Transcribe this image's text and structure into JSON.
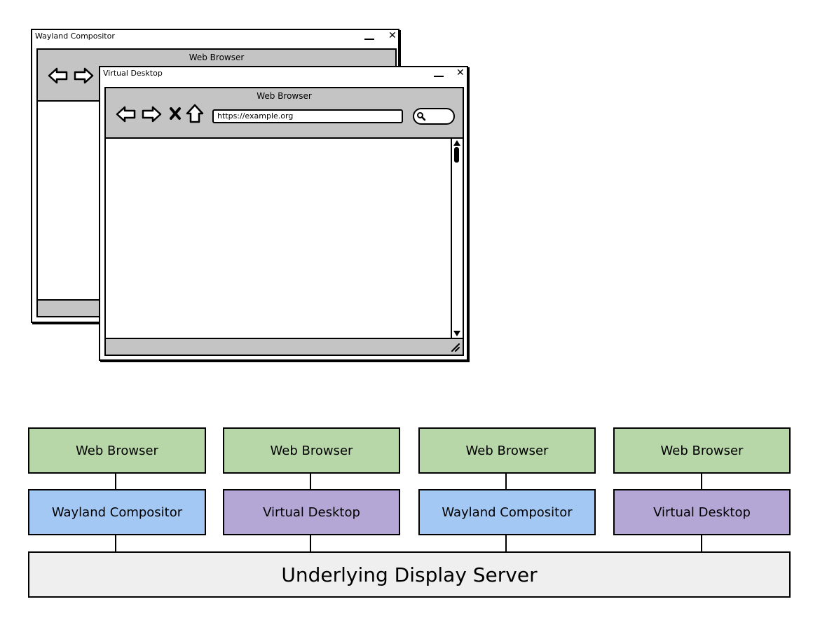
{
  "mockup": {
    "back_window": {
      "title": "Wayland Compositor",
      "minimize_label": "_",
      "close_label": "✕",
      "browser_title": "Web Browser"
    },
    "front_window": {
      "title": "Virtual Desktop",
      "minimize_label": "_",
      "close_label": "✕",
      "browser_title": "Web Browser",
      "url": "https://example.org",
      "stop_label": "✗"
    }
  },
  "stack": {
    "columns": [
      {
        "app": "Web Browser",
        "layer": "Wayland Compositor",
        "layer_color": "#a4c8f4"
      },
      {
        "app": "Web Browser",
        "layer": "Virtual Desktop",
        "layer_color": "#b4a7d6"
      },
      {
        "app": "Web Browser",
        "layer": "Wayland Compositor",
        "layer_color": "#a4c8f4"
      },
      {
        "app": "Web Browser",
        "layer": "Virtual Desktop",
        "layer_color": "#b4a7d6"
      }
    ],
    "base": "Underlying Display Server",
    "app_color": "#b7d7a8",
    "base_color": "#efefef"
  }
}
